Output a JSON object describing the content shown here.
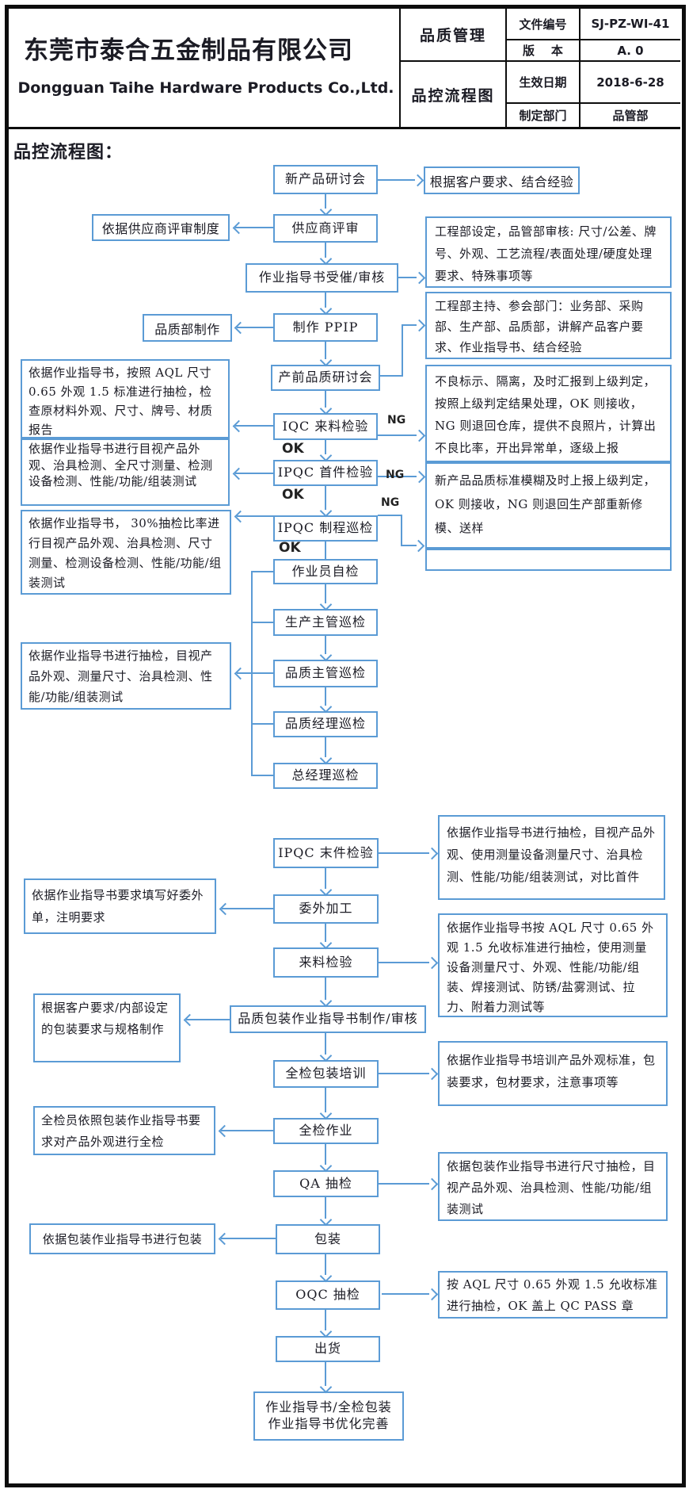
{
  "header": {
    "company_cn": "东莞市泰合五金制品有限公司",
    "company_en": "Dongguan Taihe Hardware Products Co.,Ltd.",
    "doc_category": "品质管理",
    "doc_name": "品控流程图",
    "fields": [
      {
        "label": "文件编号",
        "value": "SJ-PZ-WI-41"
      },
      {
        "label": "版    本",
        "value": "A. 0"
      },
      {
        "label": "生效日期",
        "value": "2018-6-28"
      },
      {
        "label": "制定部门",
        "value": "品管部"
      }
    ]
  },
  "section_title": "品控流程图：",
  "flow": {
    "labels": {
      "ok": "OK",
      "ng": "NG"
    },
    "nodes": {
      "new_product_meeting": "新产品研讨会",
      "supplier_review": "供应商评审",
      "sop_review": "作业指导书受催/审核",
      "make_ppip": "制作 PPIP",
      "pre_production_meeting": "产前品质研讨会",
      "iqc_incoming": "IQC 来料检验",
      "ipqc_first_article": "IPQC 首件检验",
      "ipqc_process_patrol": "IPQC 制程巡检",
      "operator_self_check": "作业员自检",
      "production_supervisor_patrol": "生产主管巡检",
      "quality_supervisor_patrol": "品质主管巡检",
      "quality_manager_patrol": "品质经理巡检",
      "general_manager_patrol": "总经理巡检",
      "ipqc_last_article": "IPQC 末件检验",
      "outsourcing": "委外加工",
      "incoming_inspection": "来料检验",
      "packaging_sop": "品质包装作业指导书制作/审核",
      "full_inspection_packaging_training": "全检包装培训",
      "full_inspection_operation": "全检作业",
      "qa_sampling": "QA 抽检",
      "packaging": "包装",
      "oqc_sampling": "OQC 抽检",
      "shipment": "出货",
      "sop_optimization": "作业指导书/全检包装作业指导书优化完善"
    },
    "left_notes": {
      "supplier_review_policy": "依据供应商评审制度",
      "iqc_note": "依据作业指导书，按照 AQL 尺寸 0.65 外观 1.5 标准进行抽检，检查原材料外观、尺寸、牌号、材质报告",
      "first_article_note": "依据作业指导书进行目视产品外观、治具检测、全尺寸测量、检测设备检测、性能/功能/组装测试",
      "process_patrol_note": "依据作业指导书， 30%抽检比率进行目视产品外观、治具检测、尺寸测量、检测设备检测、性能/功能/组装测试",
      "patrol_sampling_note": "依据作业指导书进行抽检，目视产品外观、测量尺寸、治具检测、性能/功能/组装测试",
      "quality_dept_make": "品质部制作",
      "outsourcing_form_note": "依据作业指导书要求填写好委外单，注明要求",
      "packaging_spec_note": "根据客户要求/内部设定的包装要求与规格制作",
      "full_inspection_note": "全检员依照包装作业指导书要求对产品外观进行全检",
      "packaging_note": "依据包装作业指导书进行包装"
    },
    "right_notes": {
      "customer_requirement": "根据客户要求、结合经验",
      "engineering_setting": "工程部设定，品管部审核: 尺寸/公差、牌号、外观、工艺流程/表面处理/硬度处理要求、特殊事项等",
      "meeting_note": "工程部主持、参会部门：业务部、采购部、生产部、品质部，讲解产品客户要求、作业指导书、结合经验",
      "iqc_ng_note": "不良标示、隔离，及时汇报到上级判定，按照上级判定结果处理，OK 则接收，NG 则退回仓库，提供不良照片，计算出不良比率，开出异常单，逐级上报",
      "first_article_ng_note": "新产品品质标准模糊及时上报上级判定，OK 则接收，NG 则退回生产部重新修模、送样",
      "last_article_note": "依据作业指导书进行抽检，目视产品外观、使用测量设备测量尺寸、治具检测、性能/功能/组装测试，对比首件",
      "incoming_aql_note": "依据作业指导书按 AQL 尺寸 0.65 外观 1.5 允收标准进行抽检，使用测量设备测量尺寸、外观、性能/功能/组装、焊接测试、防锈/盐雾测试、拉力、附着力测试等",
      "training_note": "依据作业指导书培训产品外观标准，包装要求，包材要求，注意事项等",
      "qa_sampling_note": "依据包装作业指导书进行尺寸抽检，目视产品外观、治具检测、性能/功能/组装测试",
      "oqc_aql_note": "按 AQL 尺寸 0.65 外观 1.5 允收标准进行抽检，OK 盖上 QC PASS 章"
    }
  }
}
